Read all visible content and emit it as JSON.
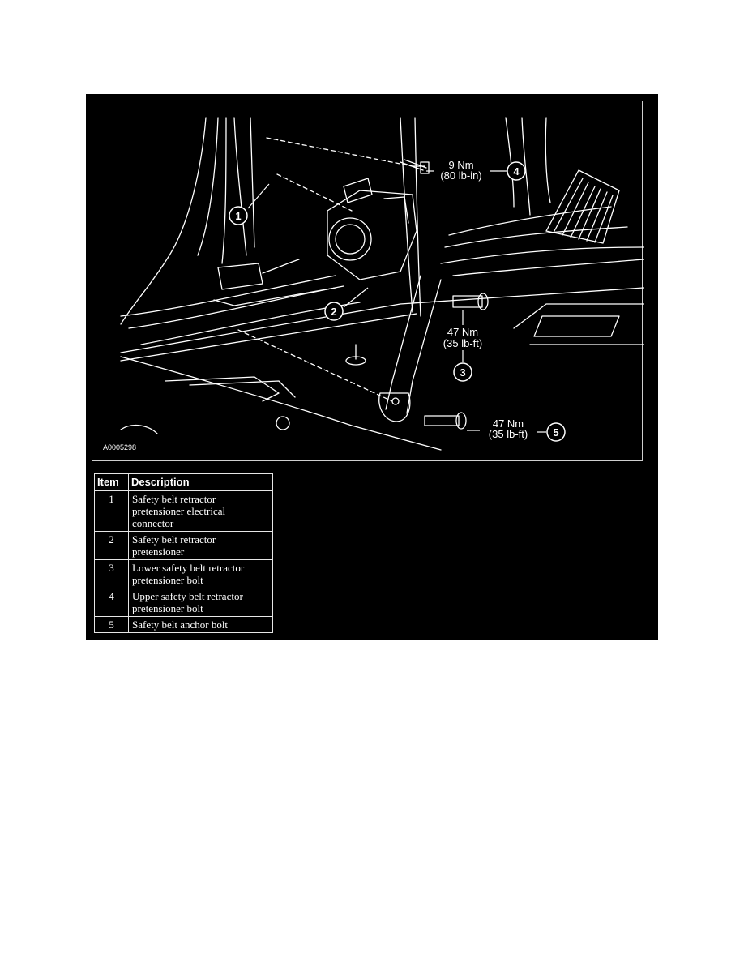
{
  "illustration": {
    "figure_id": "A0005298",
    "callouts": [
      {
        "number": "1"
      },
      {
        "number": "2"
      },
      {
        "number": "3",
        "torque": "47 Nm",
        "torque_imperial": "(35 lb-ft)"
      },
      {
        "number": "4",
        "torque": "9 Nm",
        "torque_imperial": "(80 lb-in)"
      },
      {
        "number": "5",
        "torque": "47 Nm",
        "torque_imperial": "(35 lb-ft)"
      }
    ]
  },
  "legend": {
    "headers": {
      "item": "Item",
      "description": "Description"
    },
    "rows": [
      {
        "item": "1",
        "description": "Safety belt retractor pretensioner electrical connector"
      },
      {
        "item": "2",
        "description": "Safety belt retractor pretensioner"
      },
      {
        "item": "3",
        "description": "Lower safety belt retractor pretensioner bolt"
      },
      {
        "item": "4",
        "description": "Upper safety belt retractor pretensioner bolt"
      },
      {
        "item": "5",
        "description": "Safety belt anchor bolt"
      }
    ]
  }
}
